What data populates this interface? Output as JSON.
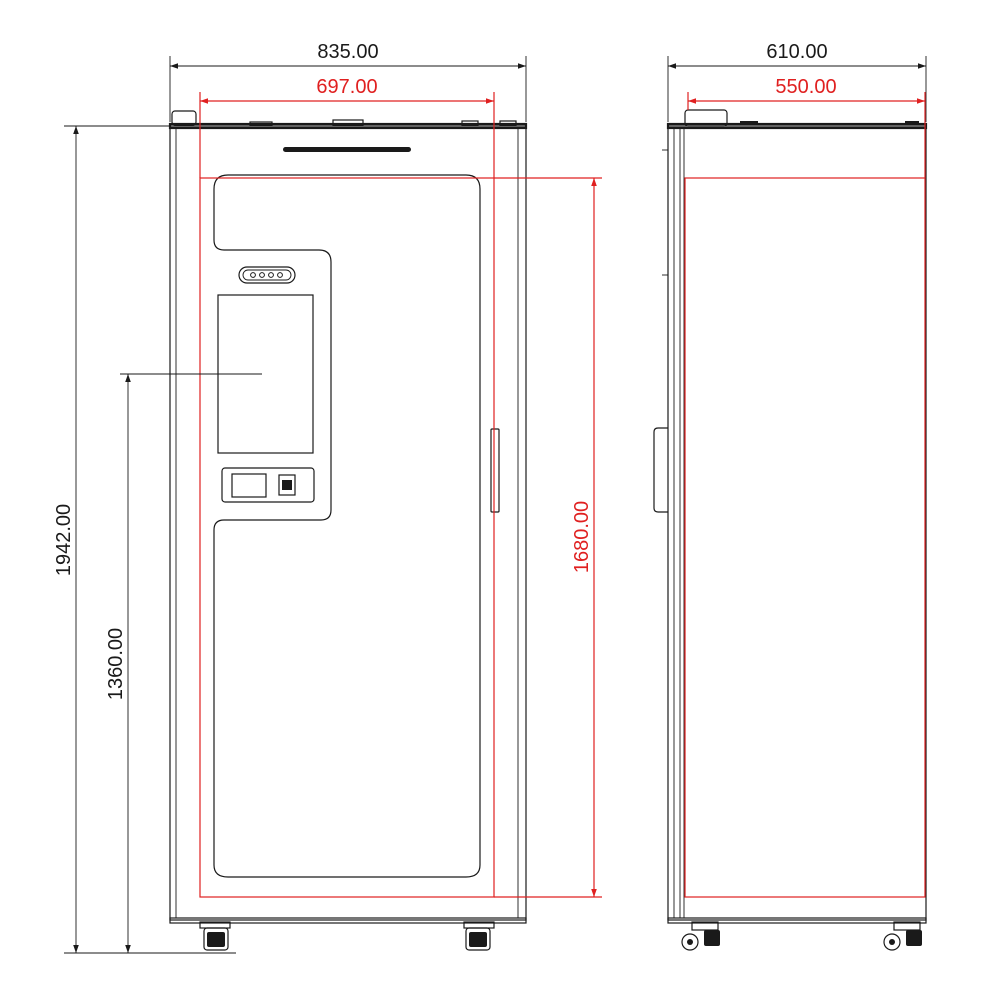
{
  "colors": {
    "outline": "#1a1a1a",
    "inner_dimension": "#e02020",
    "background": "#ffffff"
  },
  "front_view": {
    "overall_width": "835.00",
    "inner_width": "697.00",
    "overall_height": "1942.00",
    "inner_height": "1680.00",
    "screen_height": "1360.00"
  },
  "side_view": {
    "overall_depth": "610.00",
    "inner_depth": "550.00"
  }
}
